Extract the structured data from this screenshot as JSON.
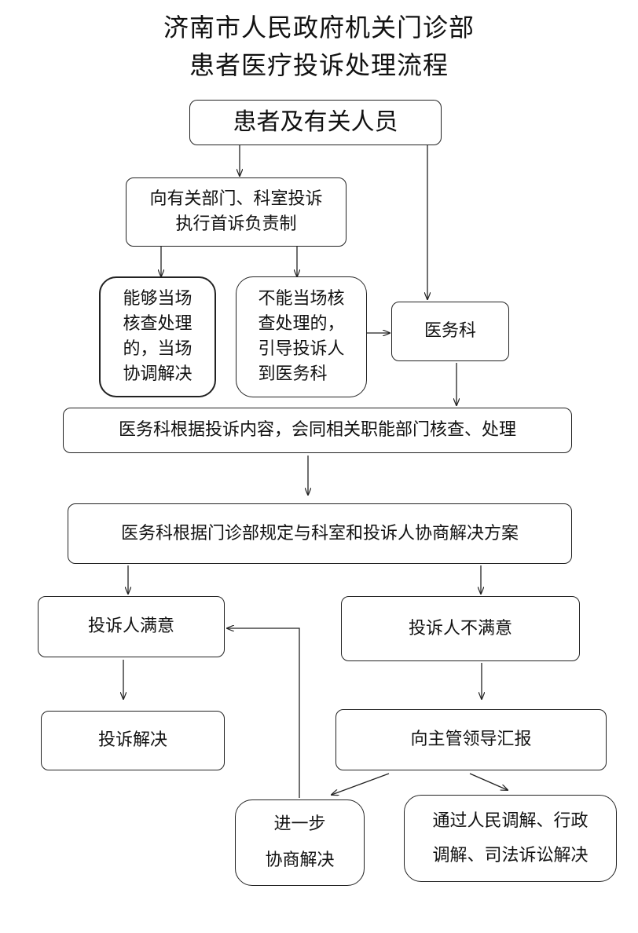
{
  "title": {
    "line1": "济南市人民政府机关门诊部",
    "line2": "患者医疗投诉处理流程"
  },
  "nodes": {
    "patients": "患者及有关人员",
    "first_complaint": "向有关部门、科室投诉\n执行首诉负责制",
    "can_handle": "能够当场\n核查处理\n的，当场\n协调解决",
    "cannot_handle": "不能当场核\n查处理的，\n引导投诉人\n到医务科",
    "medical_dept": "医务科",
    "verify": "医务科根据投诉内容，会同相关职能部门核查、处理",
    "negotiate": "医务科根据门诊部规定与科室和投诉人协商解决方案",
    "satisfied": "投诉人满意",
    "unsatisfied": "投诉人不满意",
    "resolved": "投诉解决",
    "report": "向主管领导汇报",
    "further": "进一步\n协商解决",
    "mediation": "通过人民调解、行政\n调解、司法诉讼解决"
  }
}
